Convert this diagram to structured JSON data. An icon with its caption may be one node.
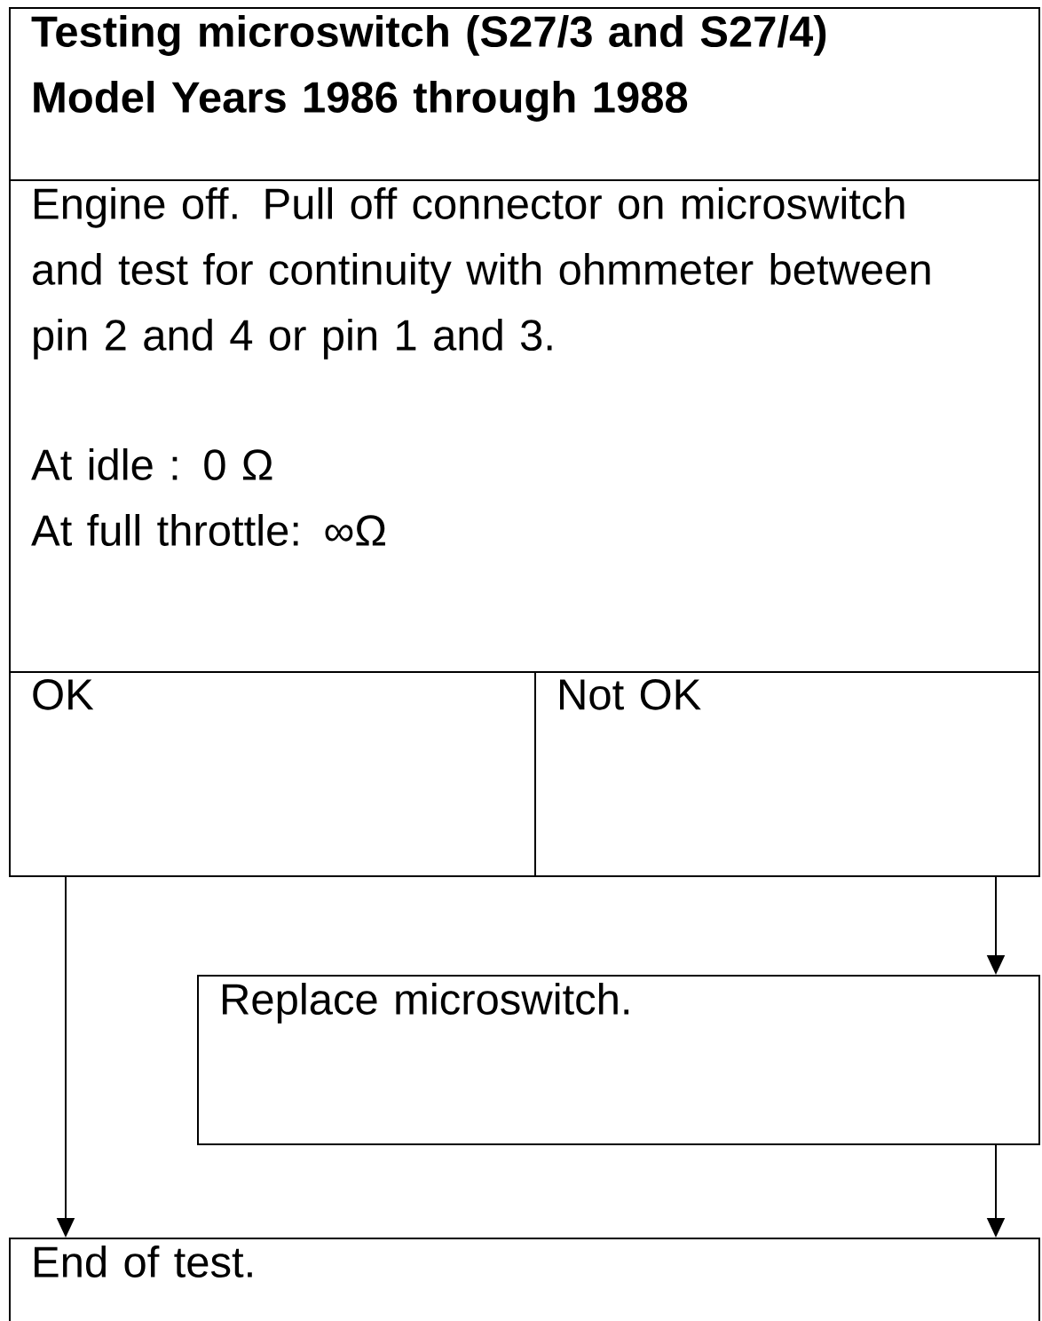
{
  "diagram": {
    "nodes": [
      {
        "text": [
          "Testing microswitch (S27/3 and S27/4) Model Years 1986 through 1988"
        ]
      },
      {
        "text": [
          "Engine off. Pull off connector on microswitch and test for continuity with ohmmeter between pin 2 and 4 or pin 1 and 3.",
          "At idle : 0 Ω",
          "At full throttle: ∞Ω"
        ]
      },
      {
        "text": [
          "OK"
        ]
      },
      {
        "text": [
          "Not OK"
        ]
      },
      {
        "text": [
          "Replace microswitch."
        ]
      },
      {
        "text": [
          "End of test."
        ]
      }
    ],
    "edges": [
      {
        "from": 2,
        "to": 5,
        "arrow": "to"
      },
      {
        "from": 3,
        "to": 4,
        "arrow": "to"
      },
      {
        "from": 4,
        "to": 5,
        "arrow": "to"
      }
    ]
  }
}
